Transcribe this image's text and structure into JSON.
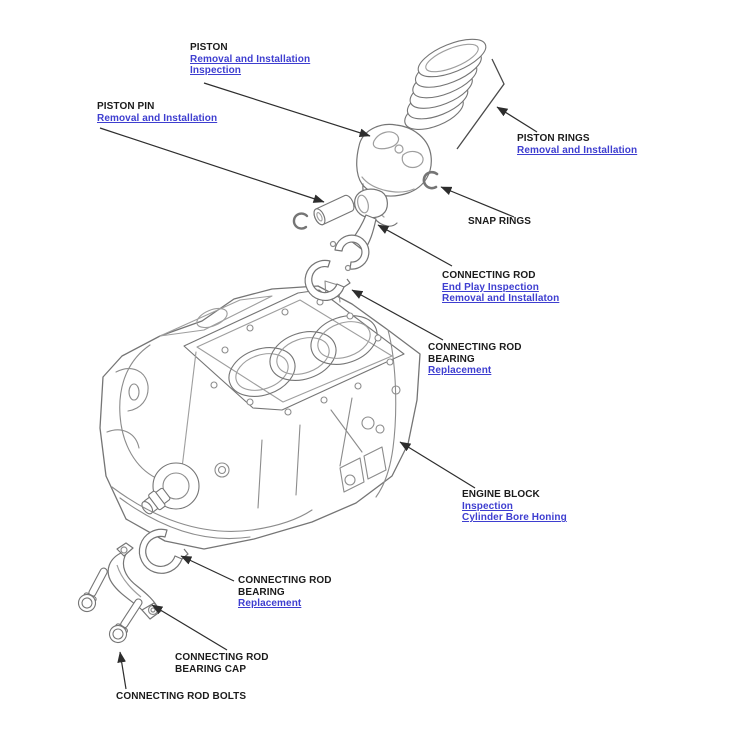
{
  "figure_title": "",
  "colors": {
    "background": "#ffffff",
    "label_text": "#1b1b1b",
    "link": "#3e3ed0",
    "leader_line": "#2d2d2d",
    "art_line_main": "#757575",
    "art_line_light": "#8c8c8c"
  },
  "labels": {
    "piston": {
      "title": "PISTON",
      "links": [
        "Removal and Installation",
        "Inspection"
      ]
    },
    "piston_pin": {
      "title": "PISTON PIN",
      "links": [
        "Removal and Installation"
      ]
    },
    "piston_rings": {
      "title": "PISTON RINGS",
      "links": [
        "Removal and Installation"
      ]
    },
    "snap_rings": {
      "title": "SNAP RINGS",
      "links": []
    },
    "connecting_rod": {
      "title": "CONNECTING ROD",
      "links": [
        "End Play Inspection",
        "Removal and Installaton"
      ]
    },
    "connecting_rod_bearing_upper": {
      "title": "CONNECTING ROD\nBEARING",
      "links": [
        "Replacement"
      ]
    },
    "engine_block": {
      "title": "ENGINE BLOCK",
      "links": [
        "Inspection",
        "Cylinder Bore Honing"
      ]
    },
    "connecting_rod_bearing_lower": {
      "title": "CONNECTING ROD\nBEARING",
      "links": [
        "Replacement"
      ]
    },
    "connecting_rod_bearing_cap": {
      "title": "CONNECTING ROD\nBEARING CAP",
      "links": []
    },
    "connecting_rod_bolts": {
      "title": "CONNECTING ROD BOLTS",
      "links": []
    }
  }
}
